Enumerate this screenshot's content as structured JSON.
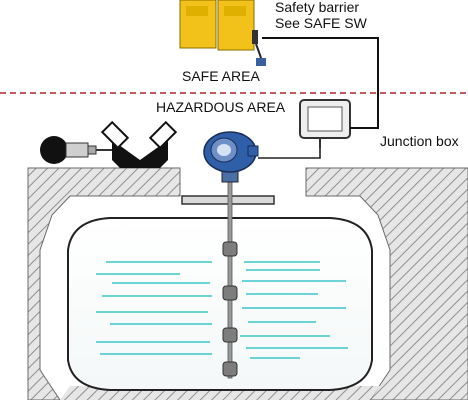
{
  "labels": {
    "barrier_line1": "Safety barrier",
    "barrier_line2": "See SAFE SW",
    "safe_area": "SAFE AREA",
    "hazardous_area": "HAZARDOUS AREA",
    "junction_box": "Junction box"
  },
  "colors": {
    "barrier_yellow": "#f2c21b",
    "dashed_line": "#b0222a",
    "water_lines": "#3cc6c8",
    "transmitter_blue": "#2f5fa8",
    "ground_hatch": "#9a9a9a"
  },
  "icons": {
    "barrier": "safety-barrier-icon",
    "junction": "junction-box-icon",
    "transmitter": "level-transmitter-icon",
    "pump": "pump-motor-icon",
    "valve": "valve-icon"
  }
}
